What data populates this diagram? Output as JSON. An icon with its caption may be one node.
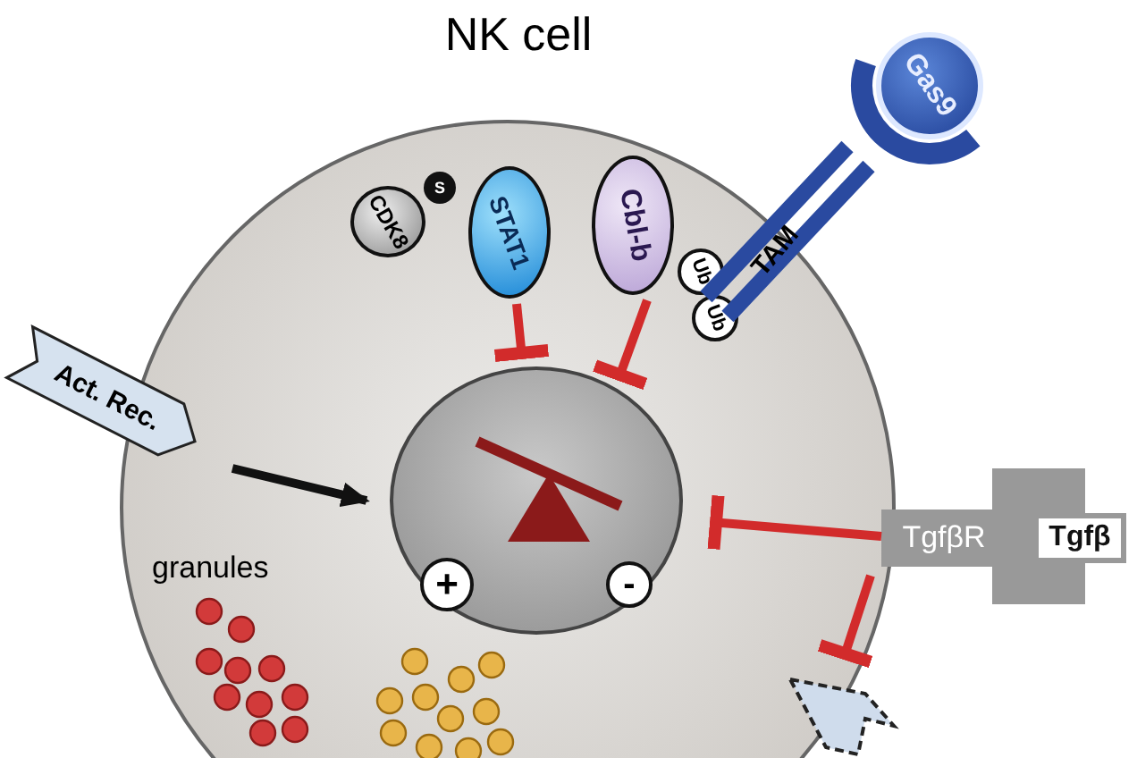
{
  "diagram": {
    "nodes": [
      {
        "text": [
          "NK cell"
        ]
      },
      {
        "text": [
          "CDK8"
        ],
        "in": 0
      },
      {
        "text": [
          "S"
        ],
        "in": 0
      },
      {
        "text": [
          "STAT1"
        ],
        "in": 0
      },
      {
        "text": [
          "Cbl-b"
        ],
        "in": 0
      },
      {
        "text": [
          "Ub"
        ],
        "in": 0
      },
      {
        "text": [
          "Ub"
        ],
        "in": 0
      },
      {
        "text": [
          "TAM"
        ]
      },
      {
        "text": [
          "Gas9"
        ]
      },
      {
        "text": [],
        "shape": "circle",
        "in": 0
      },
      {
        "text": [
          "+"
        ],
        "in": 9
      },
      {
        "text": [
          "-"
        ],
        "in": 9
      },
      {
        "text": [
          "Act. Rec."
        ]
      },
      {
        "text": [
          "TgfβR"
        ]
      },
      {
        "text": [
          "Tgfβ"
        ]
      },
      {
        "text": [],
        "shape": "chevron"
      }
    ],
    "edges": [
      {
        "from": 3,
        "to": 9,
        "arrow": "other"
      },
      {
        "from": 4,
        "to": 9,
        "arrow": "other"
      },
      {
        "from": 12,
        "to": 9,
        "arrow": "to",
        "color": "#111111"
      },
      {
        "from": 13,
        "to": 9,
        "arrow": "other"
      },
      {
        "from": 13,
        "to": 15,
        "arrow": "other"
      }
    ],
    "labels": [
      "granules"
    ]
  }
}
